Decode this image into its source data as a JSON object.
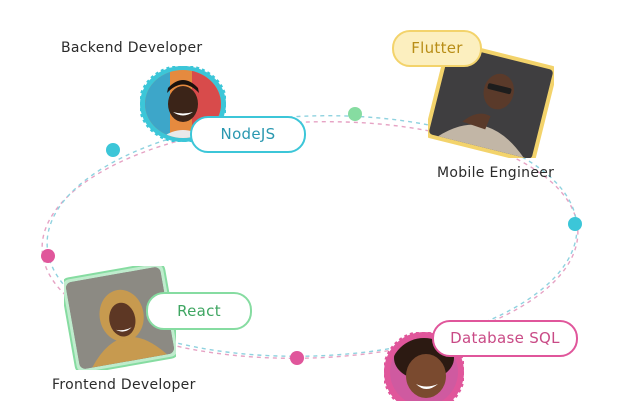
{
  "roles": {
    "backend": "Backend Developer",
    "mobile": "Mobile Engineer",
    "frontend": "Frontend Developer"
  },
  "skills": {
    "nodejs": "NodeJS",
    "flutter": "Flutter",
    "react": "React",
    "database": "Database SQL"
  },
  "colors": {
    "teal": "#3cc6d8",
    "yellow": "#f3d36b",
    "mint": "#86dca1",
    "pink": "#e0569b",
    "node_text": "#2a98b0",
    "flutter_text": "#b88d16",
    "react_text": "#3fa662",
    "db_text": "#c94a86"
  },
  "icons": {
    "backend": "avatar-backend-developer",
    "mobile": "avatar-mobile-engineer",
    "frontend": "avatar-frontend-developer",
    "database": "avatar-database-developer"
  }
}
